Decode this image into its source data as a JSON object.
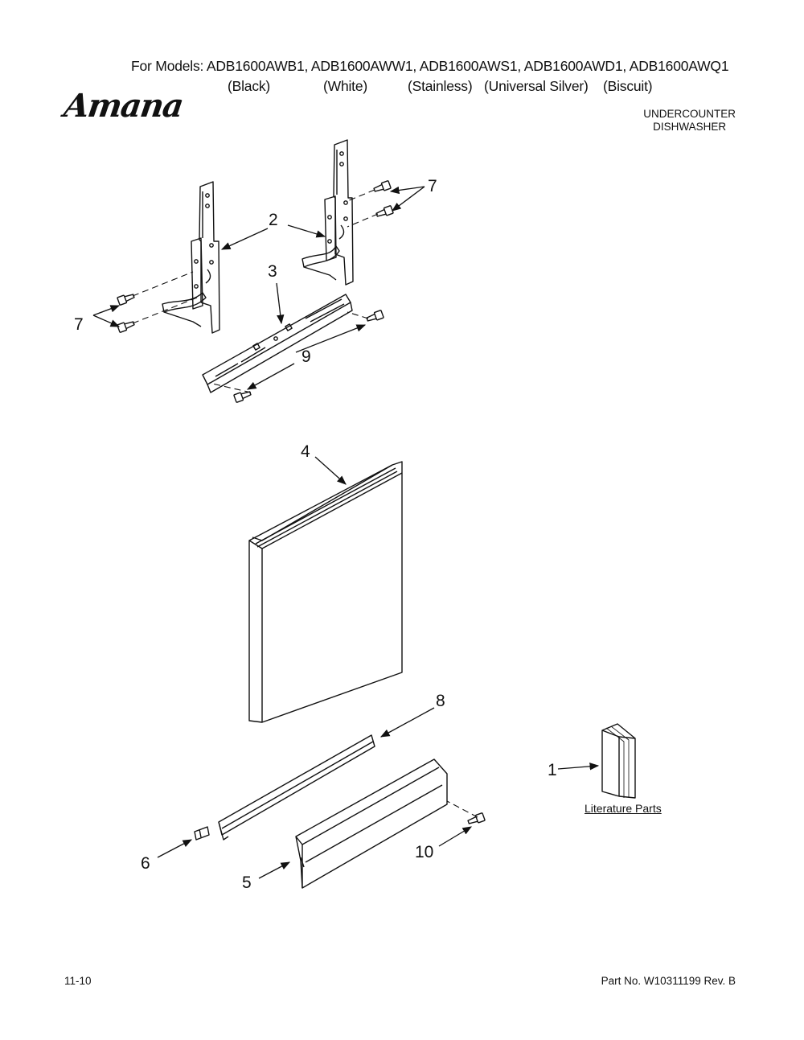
{
  "header": {
    "models_line": "For Models: ADB1600AWB1, ADB1600AWW1, ADB1600AWS1, ADB1600AWD1, ADB1600AWQ1",
    "variants": [
      "(Black)",
      "(White)",
      "(Stainless)",
      "(Universal Silver)",
      "(Biscuit)"
    ],
    "brand": "Amana",
    "product_line1": "UNDERCOUNTER",
    "product_line2": "DISHWASHER"
  },
  "callouts": {
    "c1": "1",
    "c2": "2",
    "c3": "3",
    "c4": "4",
    "c5": "5",
    "c6": "6",
    "c7a": "7",
    "c7b": "7",
    "c8": "8",
    "c9": "9",
    "c10": "10"
  },
  "literature_label": "Literature Parts",
  "footer": {
    "date": "11-10",
    "part_no": "Part No. W10311199 Rev. B"
  }
}
